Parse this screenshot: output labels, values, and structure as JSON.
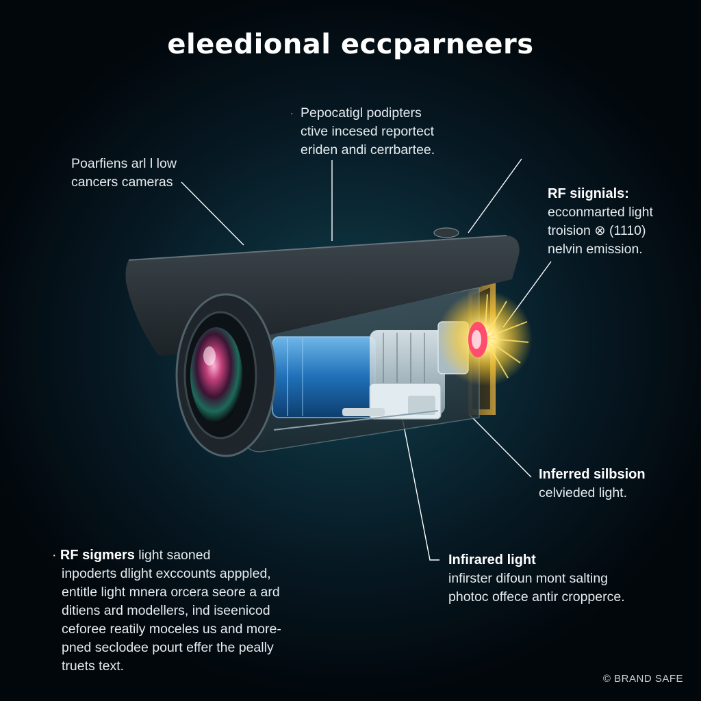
{
  "title": "eleedional eccparneers",
  "labels": {
    "top_center": {
      "bullet": "·",
      "lines": [
        "Pepocatigl podipters",
        "ctive incesed reportect",
        "eriden andi cerrbartee."
      ]
    },
    "top_left": {
      "lines": [
        "Poarfiens arl l low",
        "cancers cameras"
      ]
    },
    "right_upper": {
      "heading": "RF siignials:",
      "lines": [
        "ecconmarted light",
        "troision ⊗ (1110)",
        "nelvin emission."
      ]
    },
    "right_middle": {
      "heading": "Inferred silbsion",
      "lines": [
        "celvieded light."
      ]
    },
    "right_lower": {
      "heading": "Infirared light",
      "lines": [
        "infirster difoun mont salting",
        "photoc offece antir cropperce."
      ]
    },
    "bottom_left": {
      "bullet": "·",
      "heading": "RF sigmers",
      "heading_rest": " light saoned",
      "lines": [
        "inpoderts dlight exccounts apppled,",
        "entitle light mnera orcera seore a ard",
        "ditiens ard modellers,  ind iseenicod",
        "ceforee reatily moceles us and more-",
        "pned seclodee pourt effer the peally",
        "truets text."
      ]
    }
  },
  "brand": "© BRAND SAFE",
  "icons": [
    "camera-illustration",
    "ir-emitter-glow"
  ],
  "colors": {
    "background": "#061721",
    "housing": "#2b3338",
    "lens_tint": "#c0407a",
    "tube": "#1f6fb8",
    "ir_glow": "#ffcf33",
    "ir_led": "#ff4d6d",
    "callout_line": "#ffffff"
  }
}
